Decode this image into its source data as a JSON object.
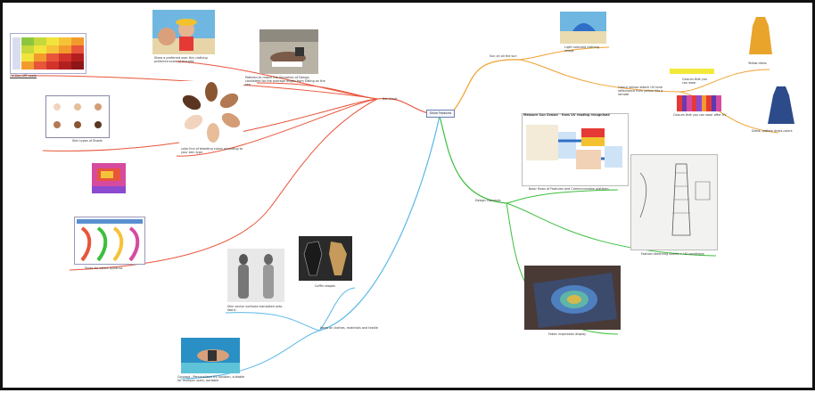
{
  "center": {
    "label": "Shine Features"
  },
  "branches": {
    "red": {
      "color": "#e8553b",
      "label": "Sun block",
      "children": [
        {
          "label": "UV Sun UPF scale"
        },
        {
          "label": "Show a preferred over this clothing preferred scale of brought"
        },
        {
          "label": "Patterns to match the Sensation of Design consistent for the average length from Sitting on the sea"
        },
        {
          "label": "Skin types of Shade"
        },
        {
          "label": "color line of bleeding colors according to your skin type"
        },
        {
          "label": "Tones for colour dynamic"
        }
      ]
    },
    "orange": {
      "color": "#f0a030",
      "label": "Sun on all the sun",
      "children": [
        {
          "label": "Light coloured clothing image"
        },
        {
          "label": "Colour sensor attach UV tone reflectance from yellow hits a remote"
        },
        {
          "label": "Yellow dress"
        },
        {
          "label": "Dress, pattern dress colors"
        }
      ]
    },
    "green": {
      "color": "#3cbf3c",
      "label": "Design Concepts",
      "children": [
        {
          "label": "Measure Sun Sensor - from UV reading recognised"
        },
        {
          "label": "Basic flows of Features and Communication platform"
        },
        {
          "label": "Fashion sketching sheets + UV conditions"
        },
        {
          "label": "Fabric inspiration display"
        }
      ]
    },
    "blue": {
      "color": "#5ab8e8",
      "label": "Ideas on clothes, materials and textile",
      "children": [
        {
          "label": "Skin vector surfaces translated onto fabric"
        },
        {
          "label": "Coffin shapes"
        },
        {
          "label": "Concept - Personalised UV Solution, suitable for multiple users, portable"
        }
      ]
    }
  },
  "swatches": {
    "yellow_caption": "Colours that you can wear",
    "stripe_caption": "Colours that you can wear after UV"
  }
}
